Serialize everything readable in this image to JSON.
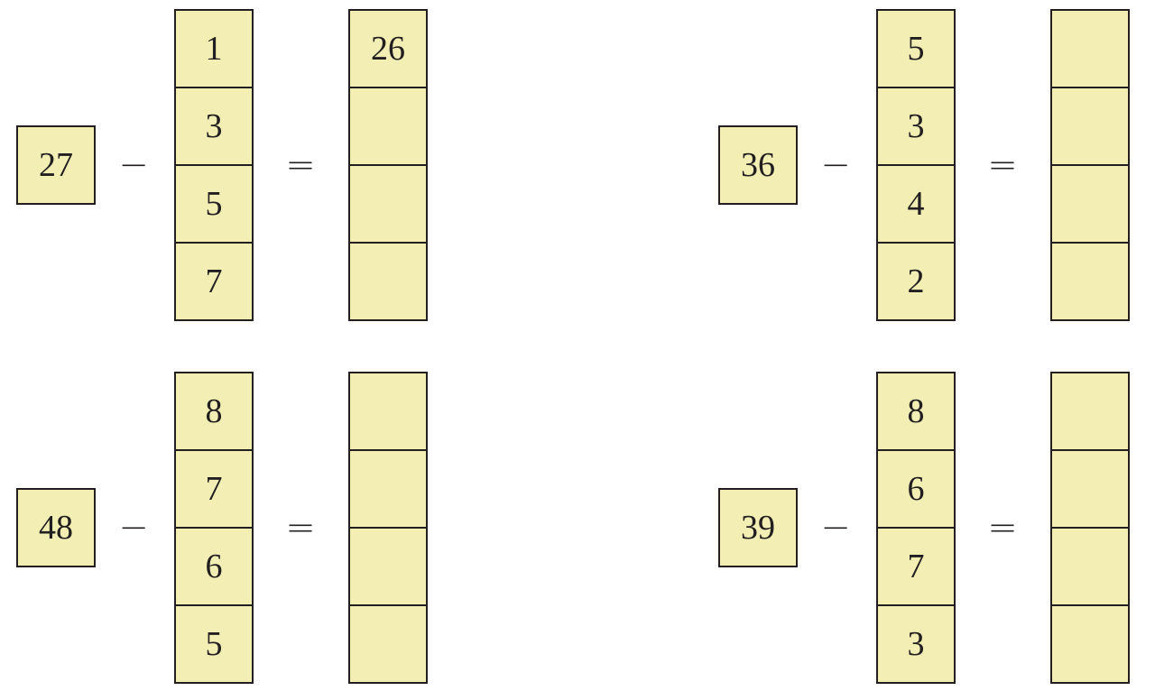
{
  "symbols": {
    "minus": "−",
    "equals": "="
  },
  "problems": [
    {
      "minuend": "27",
      "subtrahends": [
        "1",
        "3",
        "5",
        "7"
      ],
      "answers": [
        "26",
        "",
        "",
        ""
      ]
    },
    {
      "minuend": "36",
      "subtrahends": [
        "5",
        "3",
        "4",
        "2"
      ],
      "answers": [
        "",
        "",
        "",
        ""
      ]
    },
    {
      "minuend": "48",
      "subtrahends": [
        "8",
        "7",
        "6",
        "5"
      ],
      "answers": [
        "",
        "",
        "",
        ""
      ]
    },
    {
      "minuend": "39",
      "subtrahends": [
        "8",
        "6",
        "7",
        "3"
      ],
      "answers": [
        "",
        "",
        "",
        ""
      ]
    }
  ],
  "colors": {
    "cell_fill": "#f2eeb4",
    "border": "#231f20"
  }
}
